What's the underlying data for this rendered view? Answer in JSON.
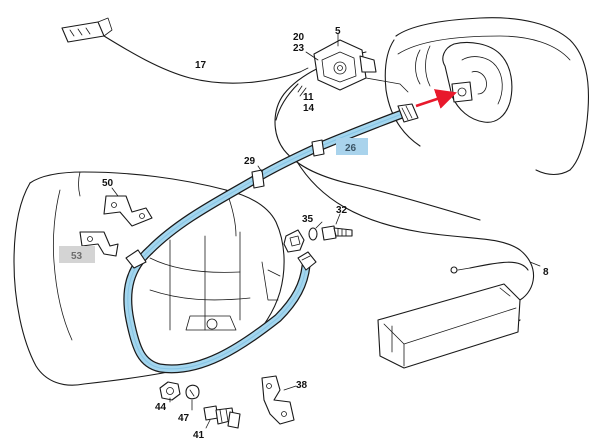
{
  "callouts": {
    "c5": "5",
    "c8": "8",
    "c11": "11",
    "c14": "14",
    "c17": "17",
    "c20": "20",
    "c23": "23",
    "c26": "26",
    "c29": "29",
    "c32": "32",
    "c35": "35",
    "c38": "38",
    "c41": "41",
    "c44": "44",
    "c47": "47",
    "c50": "50",
    "c53": "53"
  },
  "colors": {
    "highlight_blue": "#a9d3ec",
    "highlight_grey": "#d4d4d4",
    "cable_fill": "#a4d6ee",
    "arrow_red": "#e8192c",
    "ink": "#1a1a1a"
  }
}
